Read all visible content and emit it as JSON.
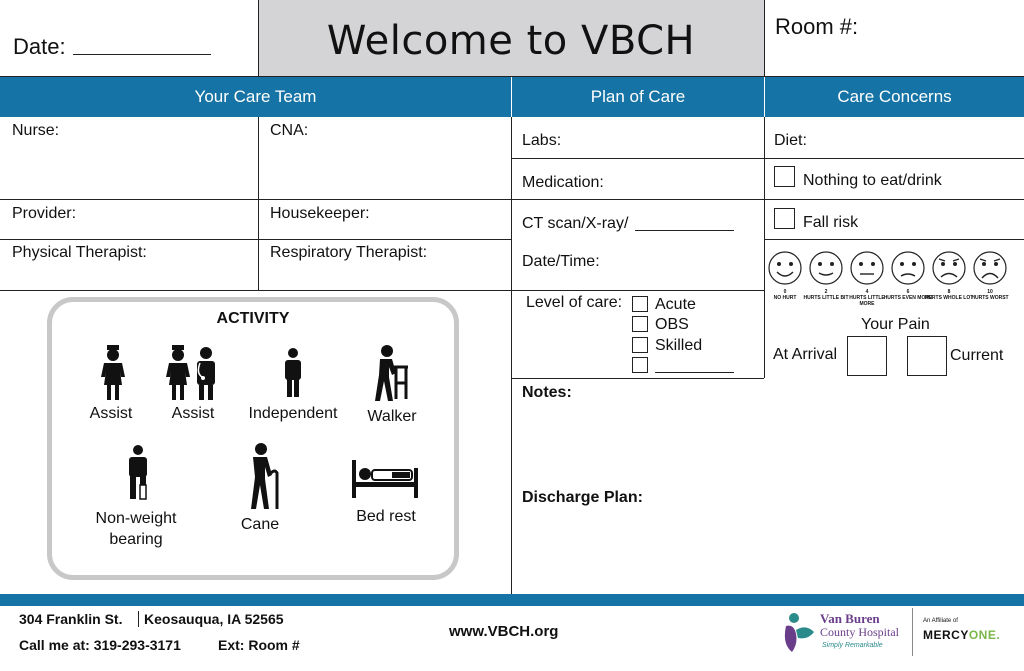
{
  "header": {
    "date_label": "Date:",
    "title": "Welcome to VBCH",
    "room_label": "Room #:"
  },
  "sections": {
    "care_team": "Your Care Team",
    "plan_of_care": "Plan of Care",
    "care_concerns": "Care Concerns"
  },
  "care_team": {
    "nurse": "Nurse:",
    "cna": "CNA:",
    "provider": "Provider:",
    "housekeeper": "Housekeeper:",
    "physical_therapist": "Physical Therapist:",
    "respiratory_therapist": "Respiratory Therapist:"
  },
  "plan": {
    "labs": "Labs:",
    "medication": "Medication:",
    "ct_scan": "CT scan/X-ray/",
    "date_time": "Date/Time:",
    "level_of_care": "Level of care:",
    "levels": [
      "Acute",
      "OBS",
      "Skilled"
    ],
    "notes": "Notes:",
    "discharge_plan": "Discharge Plan:"
  },
  "concerns": {
    "diet": "Diet:",
    "nothing_to_eat": "Nothing to eat/drink",
    "fall_risk": "Fall risk",
    "pain_scale": [
      {
        "number": "0",
        "caption": "NO HURT"
      },
      {
        "number": "2",
        "caption": "HURTS LITTLE BIT"
      },
      {
        "number": "4",
        "caption": "HURTS LITTLE MORE"
      },
      {
        "number": "6",
        "caption": "HURTS EVEN MORE"
      },
      {
        "number": "8",
        "caption": "HURTS WHOLE LOT"
      },
      {
        "number": "10",
        "caption": "HURTS WORST"
      }
    ],
    "your_pain": "Your Pain",
    "at_arrival": "At Arrival",
    "current": "Current"
  },
  "activity": {
    "title": "ACTIVITY",
    "items": [
      "Assist",
      "Assist",
      "Independent",
      "Walker",
      "Non-weight bearing",
      "Cane",
      "Bed rest"
    ]
  },
  "footer": {
    "address_street": "304 Franklin St.",
    "address_city": "Keosauqua, IA 52565",
    "call_label": "Call me at: 319-293-3171",
    "ext_label": "Ext: Room #",
    "website": "www.VBCH.org",
    "logo_name_1": "Van Buren",
    "logo_name_2": "County Hospital",
    "logo_tagline": "Simply Remarkable",
    "affiliate_label": "An Affiliate of",
    "affiliate_brand_1": "MERCY",
    "affiliate_brand_2": "ONE."
  },
  "colors": {
    "header_bar": "#1673a5",
    "title_bg": "#d4d4d6",
    "activity_border": "#c8c8c8",
    "logo_teal": "#2b8a8a",
    "logo_purple": "#6a3d8a",
    "mercy_green": "#7ab648"
  },
  "icons": [
    "nurse-icon",
    "nurse-doctor-icon",
    "person-icon",
    "walker-icon",
    "non-weight-bearing-icon",
    "cane-icon",
    "bed-rest-icon"
  ]
}
